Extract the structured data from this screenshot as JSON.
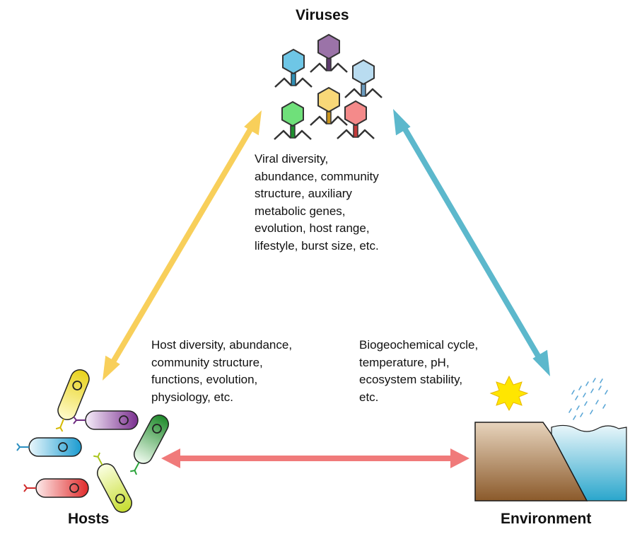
{
  "nodes": {
    "viruses": {
      "title": "Viruses"
    },
    "hosts": {
      "title": "Hosts"
    },
    "environment": {
      "title": "Environment"
    }
  },
  "descriptions": {
    "viruses": [
      "Viral diversity,",
      "abundance, community",
      "structure, auxiliary",
      "metabolic genes,",
      "evolution, host range,",
      "lifestyle, burst size, etc."
    ],
    "hosts": [
      "Host diversity, abundance,",
      "community structure,",
      "functions, evolution,",
      "physiology, etc."
    ],
    "environment": [
      "Biogeochemical cycle,",
      "temperature, pH,",
      "ecosystem stability,",
      "etc."
    ]
  },
  "colors": {
    "virus_host_arrow": "#f8cf5a",
    "virus_environment_arrow": "#5cb8cc",
    "host_environment_arrow": "#f07a7a",
    "soil_light": "#e7d4bd",
    "soil_dark": "#8b5a2b",
    "water_light": "#e9f6fa",
    "water_dark": "#2aa6cc",
    "sun": "#ffe600",
    "rain": "#5aa6d6"
  },
  "viruses": [
    {
      "name": "blue",
      "fill": "#6ec6e6",
      "dark": "#2e8fb5"
    },
    {
      "name": "purple",
      "fill": "#9b73a8",
      "dark": "#5e3a6e"
    },
    {
      "name": "light-blue",
      "fill": "#b9dcf0",
      "dark": "#6a9cc0"
    },
    {
      "name": "green",
      "fill": "#6fe07a",
      "dark": "#1f8f2e"
    },
    {
      "name": "yellow",
      "fill": "#f8d878",
      "dark": "#c9951e"
    },
    {
      "name": "red",
      "fill": "#f48a8a",
      "dark": "#c23a3a"
    }
  ],
  "bacteria": [
    {
      "name": "yellow",
      "light": "#fffbcc",
      "dark": "#e8d21a",
      "flagellum": "#d4b800"
    },
    {
      "name": "purple",
      "light": "#f6eefa",
      "dark": "#7a2f8f",
      "flagellum": "#6d2b80"
    },
    {
      "name": "green",
      "light": "#f0fbef",
      "dark": "#1e8a2a",
      "flagellum": "#2aa33a"
    },
    {
      "name": "blue",
      "light": "#eaf7fc",
      "dark": "#1a9bd0",
      "flagellum": "#2a8ec0"
    },
    {
      "name": "lime",
      "light": "#fbffe4",
      "dark": "#c6dc2e",
      "flagellum": "#a8c41a"
    },
    {
      "name": "red",
      "light": "#fdeaea",
      "dark": "#e02a2a",
      "flagellum": "#d02a2a"
    }
  ]
}
